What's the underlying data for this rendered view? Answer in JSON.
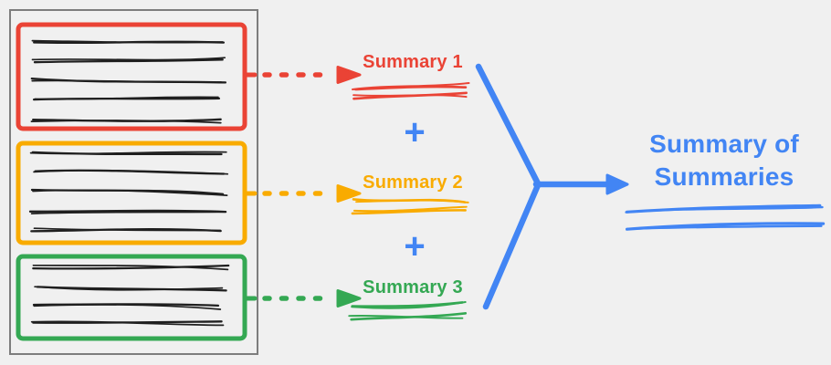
{
  "canvas": {
    "background": "#F0F0F0"
  },
  "colors": {
    "red": "#EA4335",
    "orange": "#F9AB00",
    "green": "#34A853",
    "blue": "#4285F4",
    "ink": "#1F1F1F",
    "frame": "#7D7D7D"
  },
  "source_document": {
    "frame_color": "#7D7D7D",
    "ink_color": "#1F1F1F",
    "sections": [
      {
        "name": "document-section-1",
        "color": "#EA4335",
        "text_line_count": 5
      },
      {
        "name": "document-section-2",
        "color": "#F9AB00",
        "text_line_count": 5
      },
      {
        "name": "document-section-3",
        "color": "#34A853",
        "text_line_count": 4
      }
    ]
  },
  "summaries": [
    {
      "label": "Summary 1",
      "color": "#EA4335"
    },
    {
      "label": "Summary 2",
      "color": "#F9AB00"
    },
    {
      "label": "Summary 3",
      "color": "#34A853"
    }
  ],
  "operators": {
    "plus": "+",
    "color": "#4285F4"
  },
  "merge_arrow": {
    "color": "#4285F4"
  },
  "result": {
    "line1": "Summary of",
    "line2": "Summaries",
    "color": "#4285F4"
  }
}
